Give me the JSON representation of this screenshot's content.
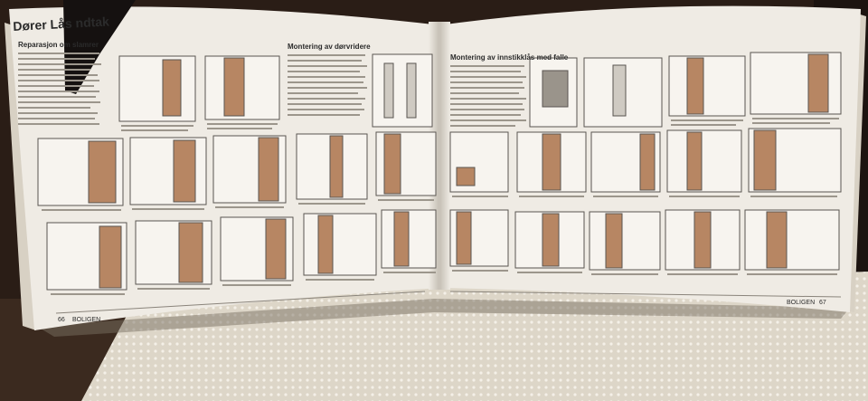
{
  "book": {
    "running_header": "Dører  Lås   ndtak",
    "left_page": {
      "section_title": "Reparasjon      om slamrer",
      "column_title": "Montering av dørvridere",
      "footer_number": "66",
      "footer_label": "BOLIGEN"
    },
    "right_page": {
      "section_title": "Montering av innstikklås med falle",
      "footer_label": "BOLIGEN",
      "footer_number": "67"
    }
  },
  "colors": {
    "background_dark": "#2a1d16",
    "paper": "#efebe4",
    "wood_tone": "#b78663",
    "tablecloth": "#ddd6c8"
  }
}
